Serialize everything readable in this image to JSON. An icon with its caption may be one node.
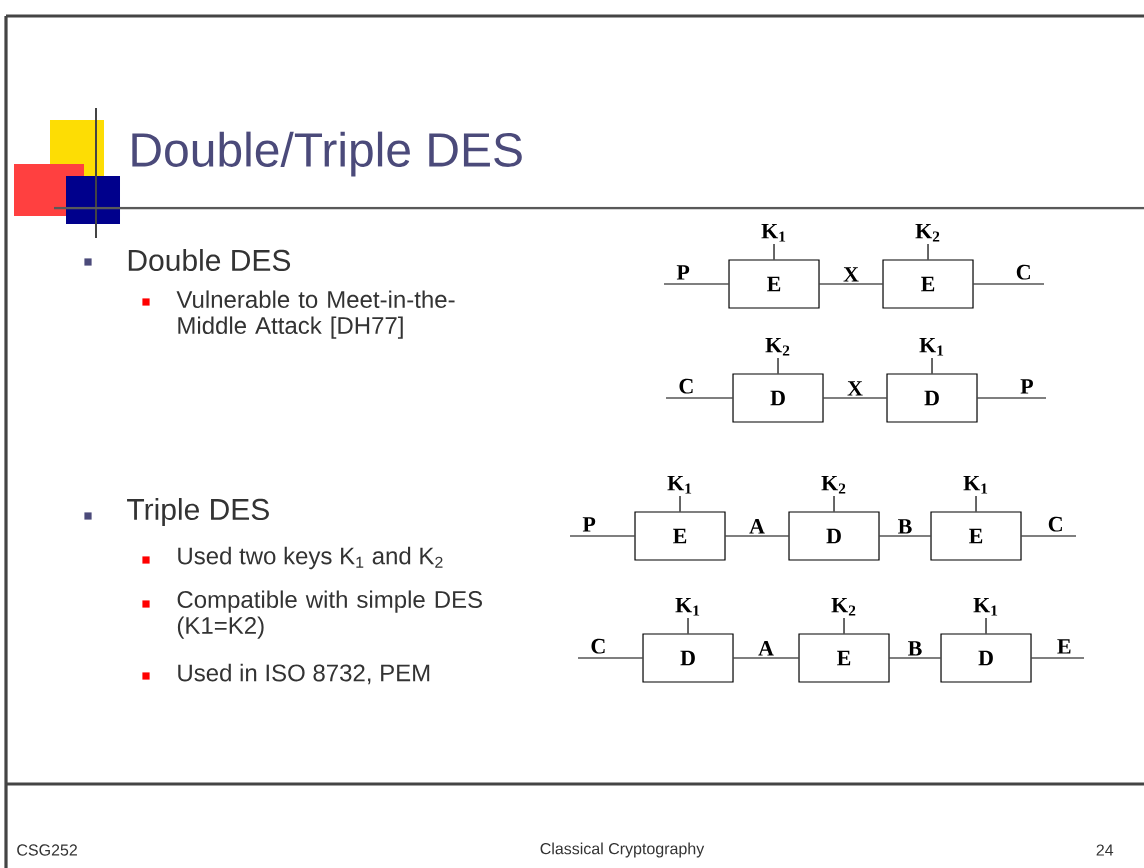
{
  "diagram": {
    "title": "Double/Triple DES",
    "nodes": [
      {
        "text": [
          "K$_{1}$"
        ]
      },
      {
        "text": [
          "K$_{2}$"
        ]
      },
      {
        "text": [
          "P"
        ]
      },
      {
        "text": [
          "E"
        ]
      },
      {
        "text": [
          "E"
        ]
      },
      {
        "text": [
          "C"
        ]
      },
      {
        "text": [
          "K$_{2}$"
        ]
      },
      {
        "text": [
          "K$_{1}$"
        ]
      },
      {
        "text": [
          "C"
        ]
      },
      {
        "text": [
          "D"
        ]
      },
      {
        "text": [
          "D"
        ]
      },
      {
        "text": [
          "P"
        ]
      },
      {
        "text": [
          "K$_{1}$"
        ]
      },
      {
        "text": [
          "K$_{2}$"
        ]
      },
      {
        "text": [
          "K$_{1}$"
        ]
      },
      {
        "text": [
          "P"
        ]
      },
      {
        "text": [
          "E"
        ]
      },
      {
        "text": [
          "D"
        ]
      },
      {
        "text": [
          "E"
        ]
      },
      {
        "text": [
          "C"
        ]
      },
      {
        "text": [
          "K$_{1}$"
        ]
      },
      {
        "text": [
          "K$_{2}$"
        ]
      },
      {
        "text": [
          "K$_{1}$"
        ]
      },
      {
        "text": [
          "C"
        ]
      },
      {
        "text": [
          "D"
        ]
      },
      {
        "text": [
          "E"
        ]
      },
      {
        "text": [
          "D"
        ]
      },
      {
        "text": [
          "E"
        ]
      }
    ],
    "edges": [
      {
        "from": 0,
        "to": 3,
        "arrow": "none"
      },
      {
        "from": 1,
        "to": 4,
        "arrow": "none"
      },
      {
        "from": 2,
        "to": 3,
        "arrow": "none"
      },
      {
        "from": 3,
        "to": 4,
        "arrow": "none",
        "label": "X"
      },
      {
        "from": 4,
        "to": 5,
        "arrow": "none"
      },
      {
        "from": 6,
        "to": 9,
        "arrow": "none"
      },
      {
        "from": 7,
        "to": 10,
        "arrow": "none"
      },
      {
        "from": 8,
        "to": 9,
        "arrow": "none"
      },
      {
        "from": 9,
        "to": 10,
        "arrow": "none",
        "label": "X"
      },
      {
        "from": 10,
        "to": 11,
        "arrow": "none"
      },
      {
        "from": 12,
        "to": 16,
        "arrow": "none"
      },
      {
        "from": 13,
        "to": 17,
        "arrow": "none"
      },
      {
        "from": 14,
        "to": 18,
        "arrow": "none"
      },
      {
        "from": 15,
        "to": 16,
        "arrow": "none"
      },
      {
        "from": 16,
        "to": 17,
        "arrow": "none",
        "label": "A"
      },
      {
        "from": 17,
        "to": 18,
        "arrow": "none",
        "label": "B"
      },
      {
        "from": 18,
        "to": 19,
        "arrow": "none"
      },
      {
        "from": 20,
        "to": 24,
        "arrow": "none"
      },
      {
        "from": 21,
        "to": 25,
        "arrow": "none"
      },
      {
        "from": 22,
        "to": 26,
        "arrow": "none"
      },
      {
        "from": 23,
        "to": 24,
        "arrow": "none"
      },
      {
        "from": 24,
        "to": 25,
        "arrow": "none",
        "label": "A"
      },
      {
        "from": 25,
        "to": 26,
        "arrow": "none",
        "label": "B"
      },
      {
        "from": 26,
        "to": 27,
        "arrow": "none"
      }
    ],
    "labels": [
      "Double DES",
      "Vulnerable to Meet-in-the-Middle Attack [DH77]",
      "Triple DES",
      "Used two keys K$_{1}$ and K$_{2}$",
      "Compatible with simple DES (K1=K2)",
      "Used in ISO 8732, PEM",
      "CSG252",
      "Classical Cryptography",
      "24"
    ]
  }
}
